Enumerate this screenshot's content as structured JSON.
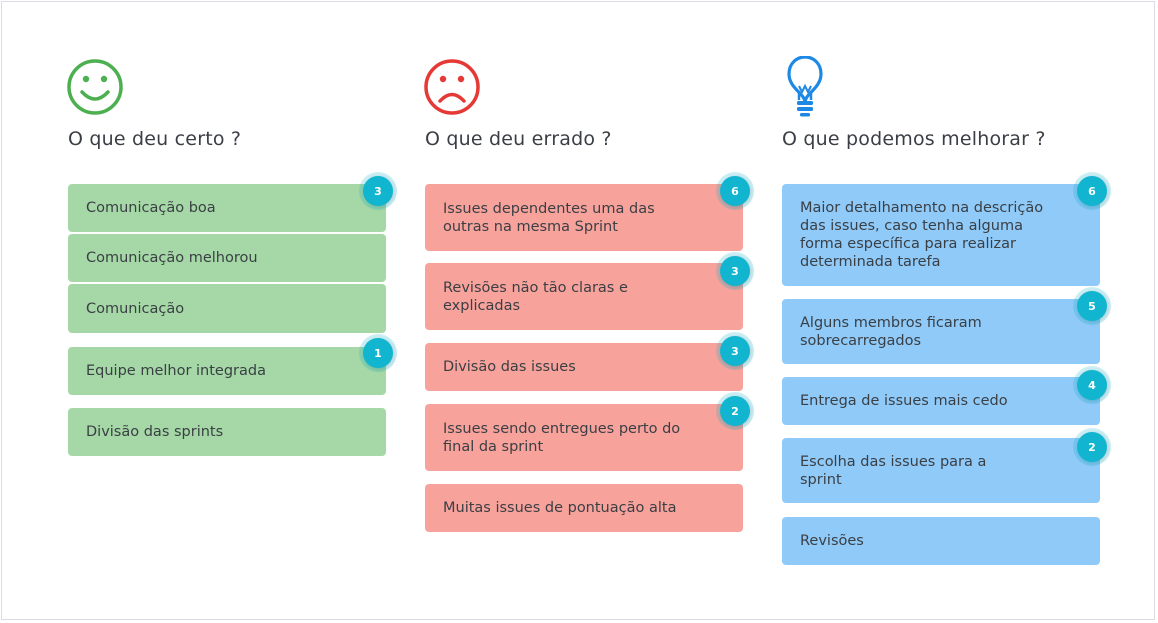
{
  "colors": {
    "green_card": "#a5d8a6",
    "red_card": "#f8a29c",
    "blue_card": "#90caf9",
    "badge": "#12b5cf"
  },
  "columns": [
    {
      "icon": "smile-icon",
      "title": "O que deu certo ?",
      "cards": [
        {
          "text": "Comunicação boa",
          "votes": "3"
        },
        {
          "text": "Comunicação melhorou",
          "votes": ""
        },
        {
          "text": "Comunicação",
          "votes": ""
        },
        {
          "text": "Equipe melhor integrada",
          "votes": "1"
        },
        {
          "text": "Divisão das sprints",
          "votes": ""
        }
      ]
    },
    {
      "icon": "frown-icon",
      "title": "O que deu errado ?",
      "cards": [
        {
          "text": "Issues dependentes uma das outras na mesma Sprint",
          "votes": "6"
        },
        {
          "text": "Revisões não tão claras e explicadas",
          "votes": "3"
        },
        {
          "text": "Divisão das issues",
          "votes": "3"
        },
        {
          "text": "Issues sendo entregues perto do final da sprint",
          "votes": "2"
        },
        {
          "text": "Muitas issues de pontuação alta",
          "votes": ""
        }
      ]
    },
    {
      "icon": "lightbulb-icon",
      "title": "O que podemos melhorar ?",
      "cards": [
        {
          "text": "Maior detalhamento na descrição das issues, caso tenha alguma forma específica para realizar determinada tarefa",
          "votes": "6"
        },
        {
          "text": "Alguns membros ficaram sobrecarregados",
          "votes": "5"
        },
        {
          "text": "Entrega de issues mais cedo",
          "votes": "4"
        },
        {
          "text": "Escolha das issues para a sprint",
          "votes": "2"
        },
        {
          "text": "Revisões",
          "votes": ""
        }
      ]
    }
  ]
}
